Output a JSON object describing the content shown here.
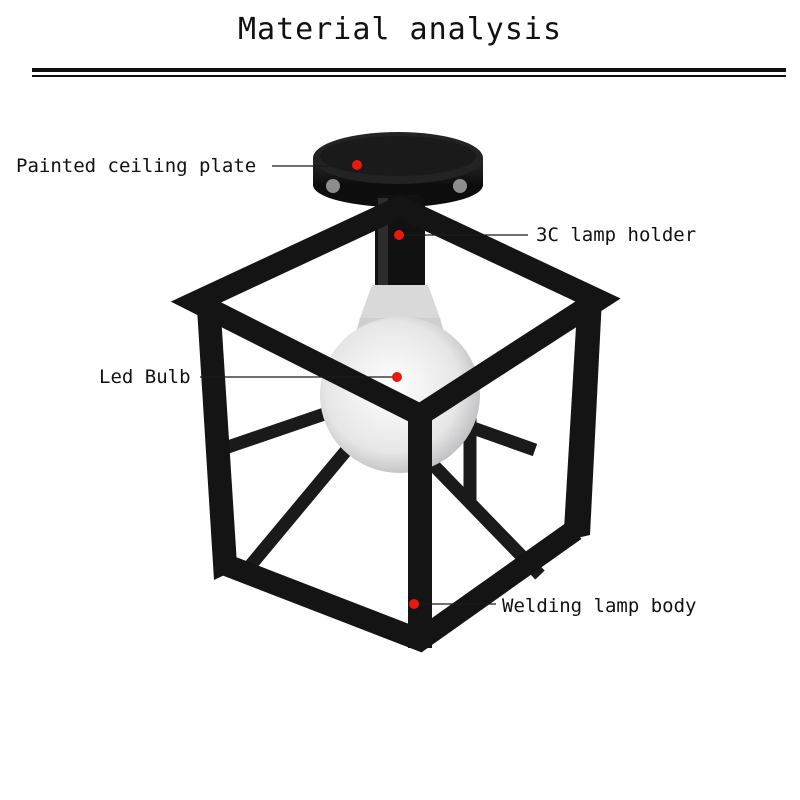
{
  "title": "Material analysis",
  "labels": {
    "ceiling_plate": "Painted ceiling plate",
    "lamp_holder": "3C lamp holder",
    "bulb": "Led Bulb",
    "body": "Welding lamp body"
  },
  "colors": {
    "frame": "#141414",
    "marker": "#e8190e",
    "bulb": "#e9e9ea",
    "text": "#111111"
  }
}
